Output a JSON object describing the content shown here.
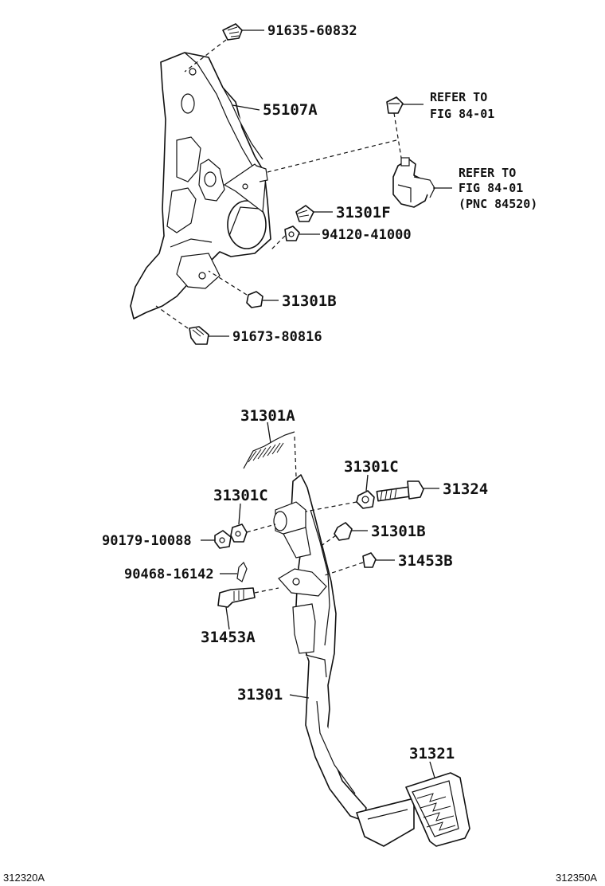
{
  "upper_assembly": {
    "labels": {
      "bolt_top": "91635-60832",
      "bracket": "55107A",
      "refer_nut_1": "REFER TO",
      "refer_nut_2": "FIG 84-01",
      "refer_switch_1": "REFER TO",
      "refer_switch_2": "FIG 84-01",
      "refer_switch_3": "(PNC 84520)",
      "bolt_mid": "31301F",
      "nut_mid": "94120-41000",
      "cushion": "31301B",
      "bolt_low": "91673-80816"
    }
  },
  "lower_assembly": {
    "labels": {
      "spring": "31301A",
      "bushing_right": "31301C",
      "bolt_pivot": "31324",
      "bushing_left": "31301C",
      "nut_left": "90179-10088",
      "stopper": "31301B",
      "clip": "90468-16142",
      "bushing_small": "31453B",
      "pin": "31453A",
      "pedal_arm": "31301",
      "pedal_pad": "31321"
    }
  },
  "figure_codes": {
    "left": "312320A",
    "right": "312350A"
  }
}
